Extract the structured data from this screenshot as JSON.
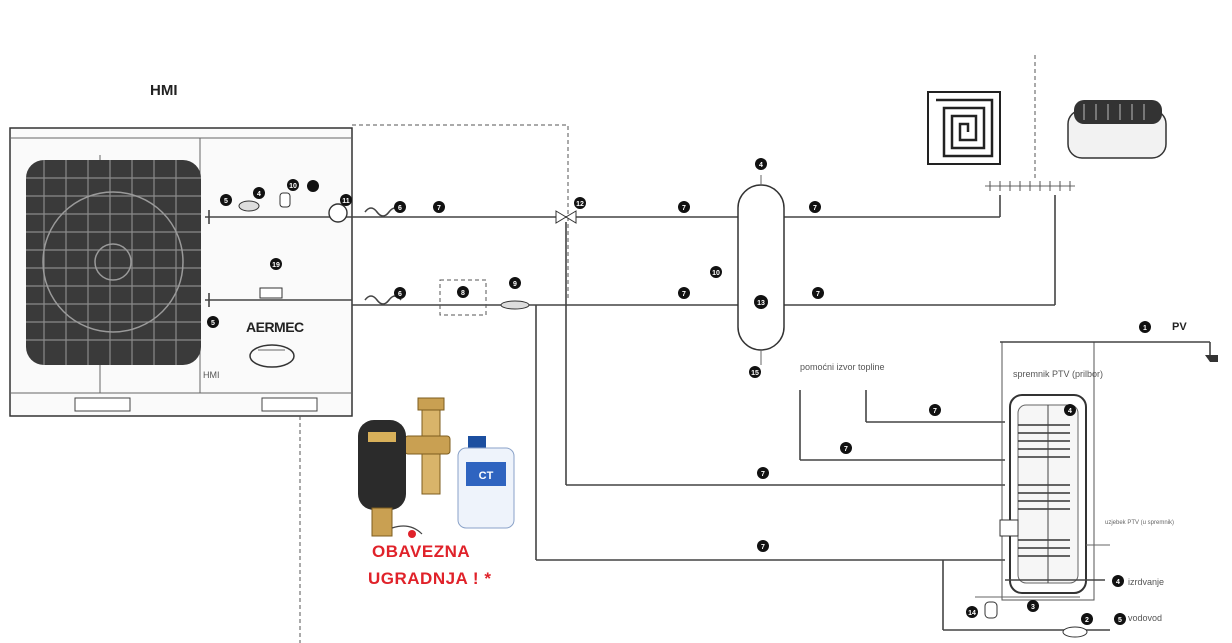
{
  "labels": {
    "hmi_title": "HMI",
    "hmi_unit": "HMI",
    "brand": "AERMEC",
    "aux_source": "pomoćni izvor topline",
    "dhw_tank": "spremnik PTV (prilbor)",
    "dhw_heater": "uzjebek PTV (u spremnik)",
    "drain": "izrdvanje",
    "water_supply": "vodovod",
    "pv": "PV",
    "additive": "CT",
    "warning_line1": "OBAVEZNA",
    "warning_line2": "UGRADNJA ! *"
  },
  "components": [
    "ground-source-heat-pump-unit",
    "underfloor-heating-coil",
    "fan-coil-unit",
    "buffer-tank",
    "dhw-storage-tank",
    "dirt-separator-filter",
    "inhibitor-additive-bottle"
  ],
  "colors": {
    "warning": "#e0222a",
    "line": "#444444",
    "marker": "#111111"
  }
}
